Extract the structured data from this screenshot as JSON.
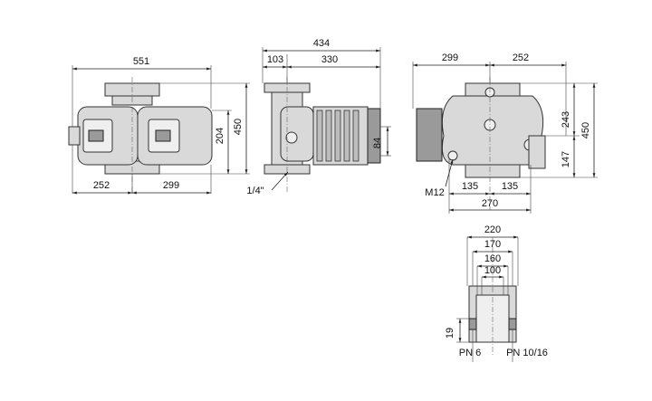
{
  "front_view": {
    "overall_width": "551",
    "left_width": "252",
    "right_width": "299",
    "height_total": "450",
    "height_mid": "204"
  },
  "side_view": {
    "overall_width": "434",
    "flange_offset": "103",
    "motor_length": "330",
    "motor_height": "84",
    "vent_label": "1/4\""
  },
  "right_view": {
    "left_width": "299",
    "right_width": "252",
    "inner_width": "270",
    "half_left": "135",
    "half_right": "135",
    "height_total": "450",
    "height_upper": "243",
    "height_lower": "147",
    "thread_label": "M12"
  },
  "flange_view": {
    "d1": "220",
    "d2": "170",
    "d3": "160",
    "d4": "100",
    "thickness": "19",
    "pn_left": "PN 6",
    "pn_right": "PN 10/16"
  },
  "colors": {
    "line": "#222222",
    "body": "#d9d9d9",
    "dark": "#9a9a9a"
  }
}
